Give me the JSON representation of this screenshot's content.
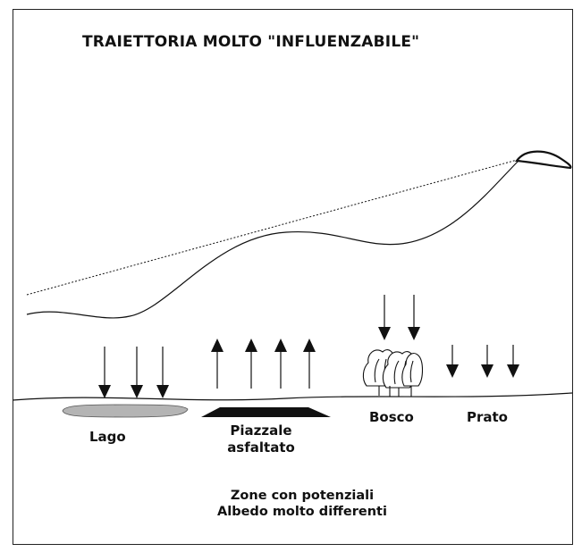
{
  "title": "TRAIETTORIA MOLTO \"INFLUENZABILE\"",
  "labels": {
    "lake": "Lago",
    "square_line1": "Piazzale",
    "square_line2": "asfaltato",
    "forest": "Bosco",
    "meadow": "Prato"
  },
  "caption": {
    "line1": "Zone con potenziali",
    "line2": "Albedo molto differenti"
  },
  "colors": {
    "line": "#111111",
    "lake_fill": "#b4b4b4",
    "square_fill": "#111111"
  }
}
